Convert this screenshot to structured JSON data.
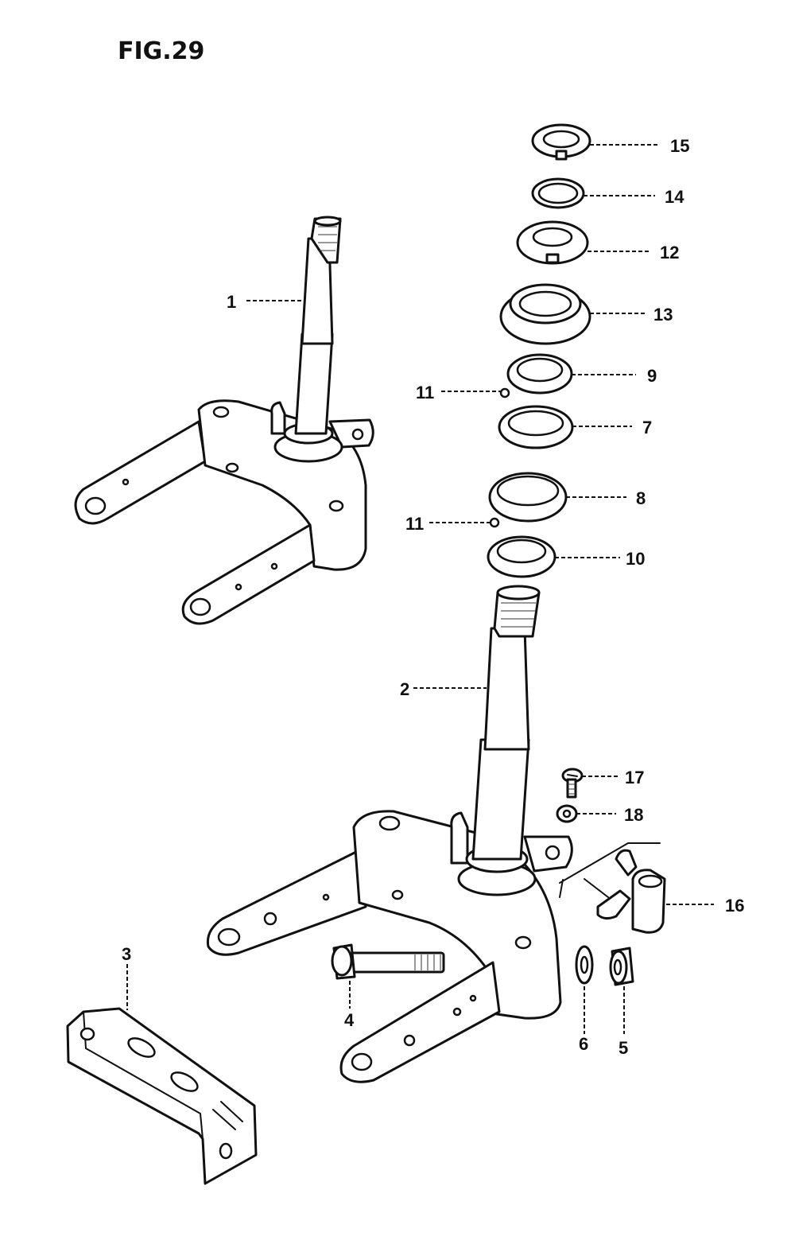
{
  "figure_title": "FIG.29",
  "callouts": {
    "c1": "1",
    "c2": "2",
    "c3": "3",
    "c4": "4",
    "c5": "5",
    "c6": "6",
    "c7": "7",
    "c8": "8",
    "c9": "9",
    "c10": "10",
    "c11a": "11",
    "c11b": "11",
    "c12": "12",
    "c13": "13",
    "c14": "14",
    "c15": "15",
    "c16": "16",
    "c17": "17",
    "c18": "18"
  },
  "colors": {
    "ink": "#111111",
    "paper": "#ffffff"
  }
}
